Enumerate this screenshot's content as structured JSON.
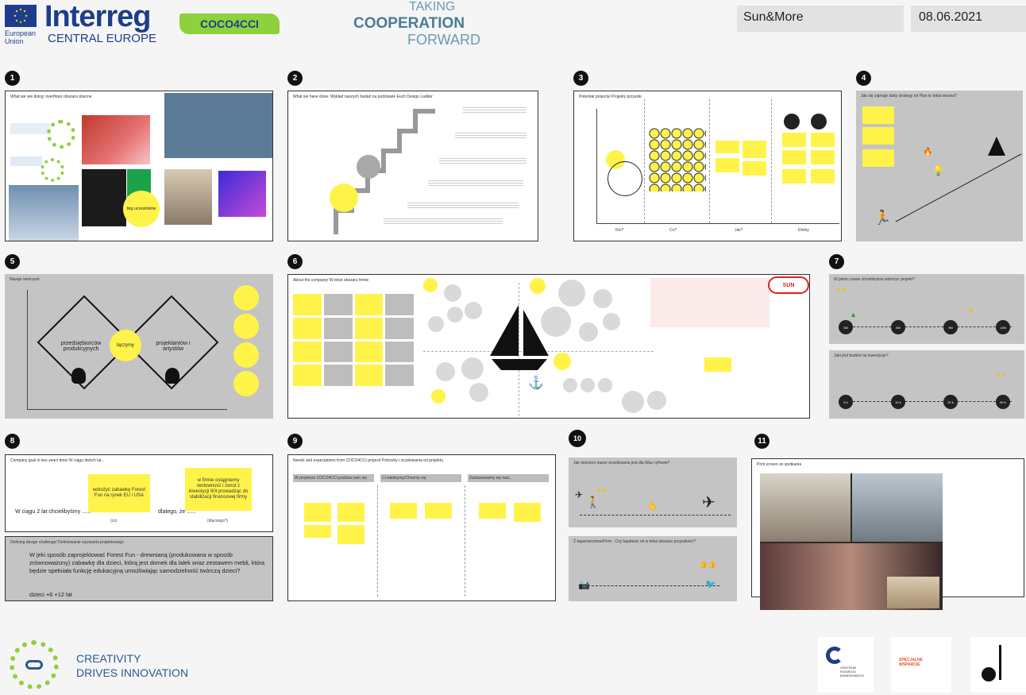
{
  "header": {
    "eu_line1": "European",
    "eu_line2": "Union",
    "brand": "Interreg",
    "brand_sub": "CENTRAL EUROPE",
    "project_tag": "COCO4CCI",
    "taking": "TAKING",
    "cooperation": "COOPERATION",
    "forward": "FORWARD",
    "company": "Sun&More",
    "date": "08.06.2021"
  },
  "panels": {
    "p1": {
      "n": "1",
      "title": "What we are doing: overflows obszaru obecne",
      "badge": "bkg uczestników"
    },
    "p2": {
      "n": "2",
      "title": "What we have done: Wykład naszych badań na podstawie Euch Design Ladder"
    },
    "p3": {
      "n": "3",
      "title": "Potential projects/ Projekty przyszłe",
      "axis_x": [
        "Kto?",
        "Co?",
        "Jak?",
        "Efekty"
      ]
    },
    "p4": {
      "n": "4",
      "title": "Jak się zajmuje tasty strategy od Plan to tekst wiosna?"
    },
    "p5": {
      "n": "5",
      "title": "Navajo semi-pod",
      "left": "przedsiębiorców produkcyjnych",
      "center": "łączymy",
      "right": "projektantów i artystów"
    },
    "p6": {
      "n": "6",
      "title": "About the company/ W tekst obszaru firmie"
    },
    "p7": {
      "n": "7",
      "title_top": "W jakim czasie chcielibyście wdrożyć projekt?",
      "title_bottom": "Jaki jest budżet na inwestycje?",
      "top_dots": [
        "3M",
        "6M",
        "9M",
        "12M"
      ],
      "bottom_dots": [
        "5 k",
        "10 k",
        "20 k",
        "50 k"
      ]
    },
    "p8": {
      "n": "8",
      "title": "Company goal in two years time/ W ciągu dwóch lat...",
      "sticky_a": "wdrożyć zabawkę Forest Fun na rynek EU i USA",
      "sticky_b": "w firmie osiągniemy rentowność i zwrot z inwestycji 60t prowadząc do stabilizacji finansowej firmy",
      "sentence_a": "W ciągu 2 lat chcielibyśmy ......",
      "sentence_b": "dlatego, że ......",
      "label_a": "(co)",
      "label_b": "(dlaczego?)"
    },
    "p8b": {
      "title": "Defining design challenge/ Definiowanie wyzwania projektowego",
      "text": "W jeki sposób zaprojektować Forest Fun - drewnianą (produkowana w sposób zrównoważony) zabawkę dla dzieci, którą jest domek dla lalek wraz zestawem mebli, która będzie spełniała funkcję edukacyjną umożliwiając samodzielność twórczą dzieci?",
      "ages": "dzieci +6 +12 lat"
    },
    "p9": {
      "n": "9",
      "title": "Needs and expectations from COCO4CCI project/ Potrzeby i oczekiwania od projektu",
      "col1": "W projekcie COCO4CCI podoba nam się",
      "col2": "Ci wiedzymy/Chcemy się",
      "col3": "Zastanawiamy się nad..."
    },
    "p10": {
      "n": "10",
      "title_top": "Jak mierzeni nasze oczekiwania jest dla Was cyfrowe?",
      "title_bottom": "Z tapa/rzeczowe/Firm - Czy tapatiusz ok w tekst obszaru przyszłości?"
    },
    "p11": {
      "n": "11",
      "title": "Print screen ze spotkania"
    }
  },
  "footer": {
    "cdi_line1": "CREATIVITY",
    "cdi_line2": "DRIVES INNOVATION",
    "partner1": "CENTRUM ROZWOJU BIZNESOWEGO",
    "partner2": "SPECJALNE WSPARCIE"
  },
  "colors": {
    "sticky": "#fff34a",
    "gray": "#c4c4c4",
    "interreg_blue": "#1d3d8c",
    "coco_green": "#8fd13a"
  }
}
